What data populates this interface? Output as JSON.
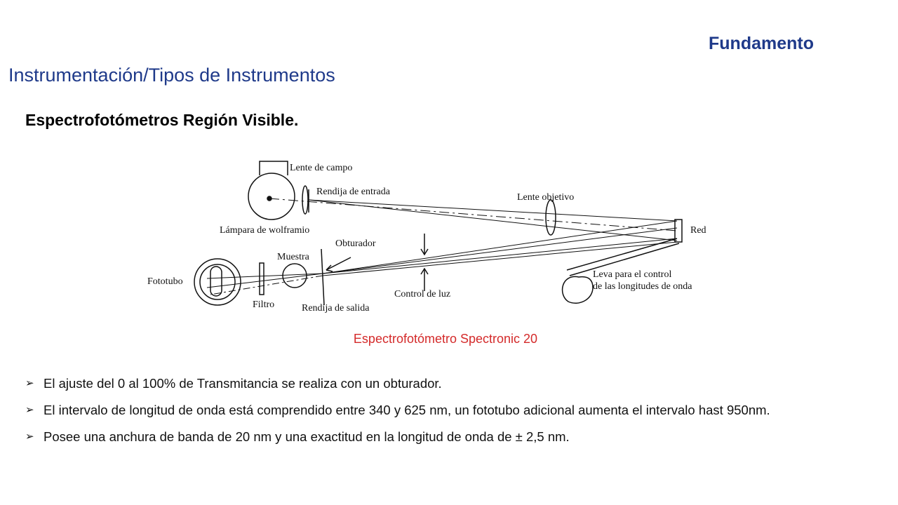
{
  "header": {
    "label": "Fundamento",
    "title": "Instrumentación/Tipos de Instrumentos"
  },
  "section": {
    "title": "Espectrofotómetros  Región Visible."
  },
  "diagram": {
    "labels": {
      "lente_campo": "Lente de campo",
      "rendija_entrada": "Rendija de entrada",
      "lente_objetivo": "Lente objetivo",
      "lampara": "Lámpara de wolframio",
      "red": "Red",
      "obturador": "Obturador",
      "muestra": "Muestra",
      "fototubo": "Fototubo",
      "leva_1": "Leva para el control",
      "leva_2": "de las longitudes de onda",
      "filtro": "Filtro",
      "control_luz": "Control de luz",
      "rendija_salida": "Rendija de salida"
    },
    "caption": "Espectrofotómetro Spectronic 20"
  },
  "bullets": [
    "El ajuste del 0 al 100% de Transmitancia se realiza con un obturador.",
    "El intervalo de longitud de onda está comprendido entre 340 y 625 nm, un fototubo adicional aumenta el intervalo hast 950nm.",
    "Posee una anchura de banda de 20 nm y una exactitud en la longitud de onda de ± 2,5 nm."
  ],
  "bullet_icon": "arrow-bullet-icon"
}
